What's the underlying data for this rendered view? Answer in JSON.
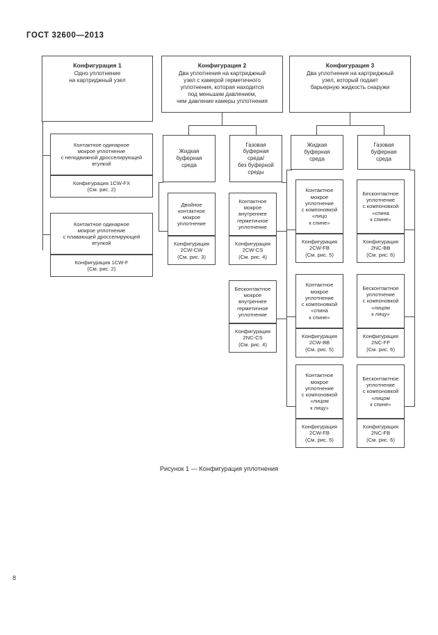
{
  "document": {
    "standard_header": "ГОСТ 32600—2013",
    "page_number": "8",
    "figure_caption": "Рисунок 1 — Конфигурация уплотнения"
  },
  "columns": [
    {
      "head": {
        "title": "Конфигурация 1",
        "lines": [
          "Одно уплотнение",
          "на картриджный узел"
        ]
      },
      "branches": [
        {
          "desc": [
            "Контактное одинарное",
            "мокрое уплотнение",
            "с неподвижной дросселирующей",
            "втулкой"
          ],
          "cfg": [
            "Конфигурация 1CW-FX",
            "(См. рис. 2)"
          ]
        },
        {
          "desc": [
            "Контактное одинарное",
            "мокрое уплотнение",
            "с плавающей дросселирующей",
            "втулкой"
          ],
          "cfg": [
            "Конфигурация 1CW-F",
            "(См. рис. 2)"
          ]
        }
      ]
    },
    {
      "head": {
        "title": "Конфигурация 2",
        "lines": [
          "Два уплотнения на картриджный",
          "узел с камерой герметичного",
          "уплотнения, которая находится",
          "под меньшим давлением,",
          "чем давление камеры уплотнения"
        ]
      },
      "media": [
        {
          "lines": [
            "Жидкая",
            "буферная",
            "среда"
          ]
        },
        {
          "lines": [
            "Газовая",
            "буферная",
            "среда/",
            "без буферной",
            "среды"
          ]
        }
      ],
      "items": [
        {
          "desc": [
            "Двойное",
            "контактное",
            "мокрое",
            "уплотнение"
          ],
          "cfg": [
            "Конфигурация",
            "2CW-CW",
            "(См. рис. 3)"
          ]
        },
        {
          "desc": [
            "Контактное",
            "мокрое",
            "внутреннее",
            "герметичное",
            "уплотнение"
          ],
          "cfg": [
            "Конфигурация",
            "2CW-CS",
            "(См. рис. 4)"
          ]
        },
        {
          "desc": [
            "Бесконтактное",
            "мокрое",
            "внутреннее",
            "герметичное",
            "уплотнение"
          ],
          "cfg": [
            "Конфигурация",
            "2NC-CS",
            "(См. рис. 4)"
          ]
        }
      ]
    },
    {
      "head": {
        "title": "Конфигурация 3",
        "lines": [
          "Два уплотнения на картриджный",
          "узел, который подает",
          "барьерную жидкость снаружи"
        ]
      },
      "media": [
        {
          "lines": [
            "Жидкая",
            "буферная",
            "среда"
          ]
        },
        {
          "lines": [
            "Газовая",
            "буферная",
            "среда"
          ]
        }
      ],
      "items": [
        {
          "desc": [
            "Контактное",
            "мокрое",
            "уплотнение",
            "с компоновкой",
            "«лицо",
            "к спине»"
          ],
          "cfg": [
            "Конфигурация",
            "2CW-FB",
            "(См. рис. 5)"
          ]
        },
        {
          "desc": [
            "Бесконтактное",
            "уплотнение",
            "с компоновкой",
            "«спина",
            "к спине»"
          ],
          "cfg": [
            "Конфигурация",
            "2NC-BB",
            "(См. рис. 6)"
          ]
        },
        {
          "desc": [
            "Контактное",
            "мокрое",
            "уплотнение",
            "с компоновкой",
            "«спина",
            "к спине»"
          ],
          "cfg": [
            "Конфигурация",
            "2CW-BB",
            "(См. рис. 5)"
          ]
        },
        {
          "desc": [
            "Бесконтактное",
            "уплотнение",
            "с компоновкой",
            "«лицом",
            "к лицу»"
          ],
          "cfg": [
            "Конфигурация",
            "2NC-FF",
            "(См. рис. 6)"
          ]
        },
        {
          "desc": [
            "Контактное",
            "мокрое",
            "уплотнение",
            "с компоновкой",
            "«лицом",
            "к лицу»"
          ],
          "cfg": [
            "Конфигурация",
            "2CW-FB",
            "(См. рис. 5)"
          ]
        },
        {
          "desc": [
            "Бесконтактное",
            "уплотнение",
            "с компоновкой",
            "«лицом",
            "к спине»"
          ],
          "cfg": [
            "Конфигурация",
            "2NC-FB",
            "(См. рис. 6)"
          ]
        }
      ]
    }
  ]
}
